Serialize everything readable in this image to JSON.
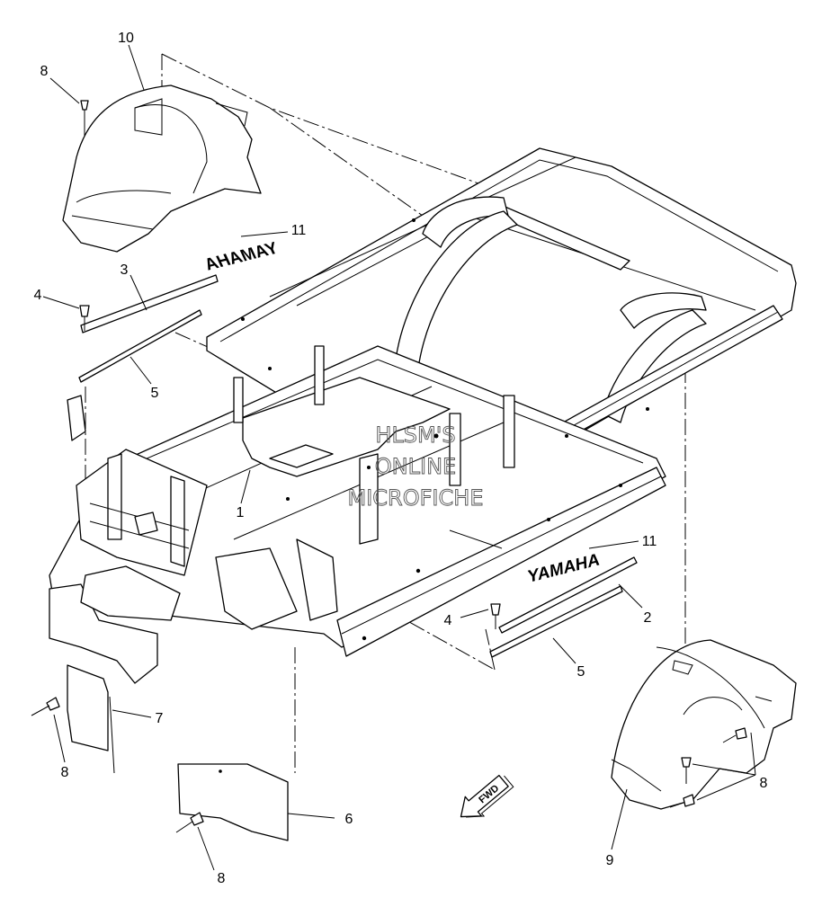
{
  "watermark": [
    "HLSM'S",
    "ONLINE",
    "MICROFICHE"
  ],
  "decals": {
    "mirrored_text": "YAMAHA",
    "normal_text": "YAMAHA"
  },
  "direction_arrow": "FWD",
  "callouts": {
    "frame": "1",
    "side_rail_right": "2",
    "side_rail_left": "3",
    "rivet_left": "4",
    "rivet_right": "4",
    "strip_left": "5",
    "strip_right": "5",
    "mud_flap_large": "6",
    "mud_flap_small": "7",
    "rivet_flap_small": "8",
    "rivet_flap_large": "8",
    "rivet_rear_fender": "8",
    "rivet_front_fender": "8",
    "front_fender": "9",
    "rear_fender": "10",
    "decal_top": "11",
    "decal_bottom": "11"
  }
}
